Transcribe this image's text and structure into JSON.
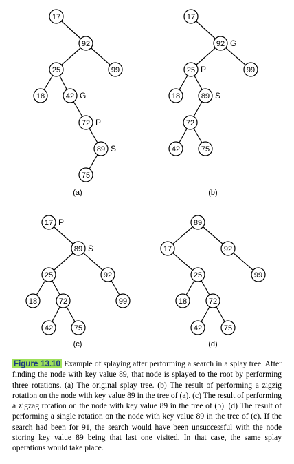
{
  "figure": {
    "panels": [
      {
        "label": "(a)",
        "nodes": [
          {
            "id": "17",
            "key": "17",
            "tag": ""
          },
          {
            "id": "92",
            "key": "92",
            "tag": ""
          },
          {
            "id": "25",
            "key": "25",
            "tag": ""
          },
          {
            "id": "99",
            "key": "99",
            "tag": ""
          },
          {
            "id": "18",
            "key": "18",
            "tag": ""
          },
          {
            "id": "42",
            "key": "42",
            "tag": "G"
          },
          {
            "id": "72",
            "key": "72",
            "tag": "P"
          },
          {
            "id": "89",
            "key": "89",
            "tag": "S"
          },
          {
            "id": "75",
            "key": "75",
            "tag": ""
          }
        ],
        "edges": [
          [
            "17",
            "92"
          ],
          [
            "92",
            "25"
          ],
          [
            "92",
            "99"
          ],
          [
            "25",
            "18"
          ],
          [
            "25",
            "42"
          ],
          [
            "42",
            "72"
          ],
          [
            "72",
            "89"
          ],
          [
            "89",
            "75"
          ]
        ]
      },
      {
        "label": "(b)",
        "nodes": [
          {
            "id": "17",
            "key": "17",
            "tag": ""
          },
          {
            "id": "92",
            "key": "92",
            "tag": "G"
          },
          {
            "id": "25",
            "key": "25",
            "tag": "P"
          },
          {
            "id": "99",
            "key": "99",
            "tag": ""
          },
          {
            "id": "18",
            "key": "18",
            "tag": ""
          },
          {
            "id": "89",
            "key": "89",
            "tag": "S"
          },
          {
            "id": "72",
            "key": "72",
            "tag": ""
          },
          {
            "id": "42",
            "key": "42",
            "tag": ""
          },
          {
            "id": "75",
            "key": "75",
            "tag": ""
          }
        ],
        "edges": [
          [
            "17",
            "92"
          ],
          [
            "92",
            "25"
          ],
          [
            "92",
            "99"
          ],
          [
            "25",
            "18"
          ],
          [
            "25",
            "89"
          ],
          [
            "89",
            "72"
          ],
          [
            "72",
            "42"
          ],
          [
            "72",
            "75"
          ]
        ]
      },
      {
        "label": "(c)",
        "nodes": [
          {
            "id": "17",
            "key": "17",
            "tag": "P"
          },
          {
            "id": "89",
            "key": "89",
            "tag": "S"
          },
          {
            "id": "25",
            "key": "25",
            "tag": ""
          },
          {
            "id": "92",
            "key": "92",
            "tag": ""
          },
          {
            "id": "18",
            "key": "18",
            "tag": ""
          },
          {
            "id": "72",
            "key": "72",
            "tag": ""
          },
          {
            "id": "99",
            "key": "99",
            "tag": ""
          },
          {
            "id": "42",
            "key": "42",
            "tag": ""
          },
          {
            "id": "75",
            "key": "75",
            "tag": ""
          }
        ],
        "edges": [
          [
            "17",
            "89"
          ],
          [
            "89",
            "25"
          ],
          [
            "89",
            "92"
          ],
          [
            "25",
            "18"
          ],
          [
            "25",
            "72"
          ],
          [
            "92",
            "99"
          ],
          [
            "72",
            "42"
          ],
          [
            "72",
            "75"
          ]
        ]
      },
      {
        "label": "(d)",
        "nodes": [
          {
            "id": "89",
            "key": "89",
            "tag": ""
          },
          {
            "id": "17",
            "key": "17",
            "tag": ""
          },
          {
            "id": "92",
            "key": "92",
            "tag": ""
          },
          {
            "id": "25",
            "key": "25",
            "tag": ""
          },
          {
            "id": "99",
            "key": "99",
            "tag": ""
          },
          {
            "id": "18",
            "key": "18",
            "tag": ""
          },
          {
            "id": "72",
            "key": "72",
            "tag": ""
          },
          {
            "id": "42",
            "key": "42",
            "tag": ""
          },
          {
            "id": "75",
            "key": "75",
            "tag": ""
          }
        ],
        "edges": [
          [
            "89",
            "17"
          ],
          [
            "89",
            "92"
          ],
          [
            "17",
            "25"
          ],
          [
            "92",
            "99"
          ],
          [
            "25",
            "18"
          ],
          [
            "25",
            "72"
          ],
          [
            "72",
            "42"
          ],
          [
            "72",
            "75"
          ]
        ]
      }
    ]
  },
  "caption": {
    "label": "Figure 13.10",
    "text": "Example of splaying after performing a search in a splay tree. After finding the node with key value 89, that node is splayed to the root by performing three rotations. (a) The original splay tree. (b) The result of performing a zigzig rotation on the node with key value 89 in the tree of (a). (c) The result of performing a zigzag rotation on the node with key value 89 in the tree of (b). (d) The result of performing a single rotation on the node with key value 89 in the tree of (c). If the search had been for 91, the search would have been unsuccessful with the node storing key value 89 being that last one visited. In that case, the same splay operations would take place."
  }
}
